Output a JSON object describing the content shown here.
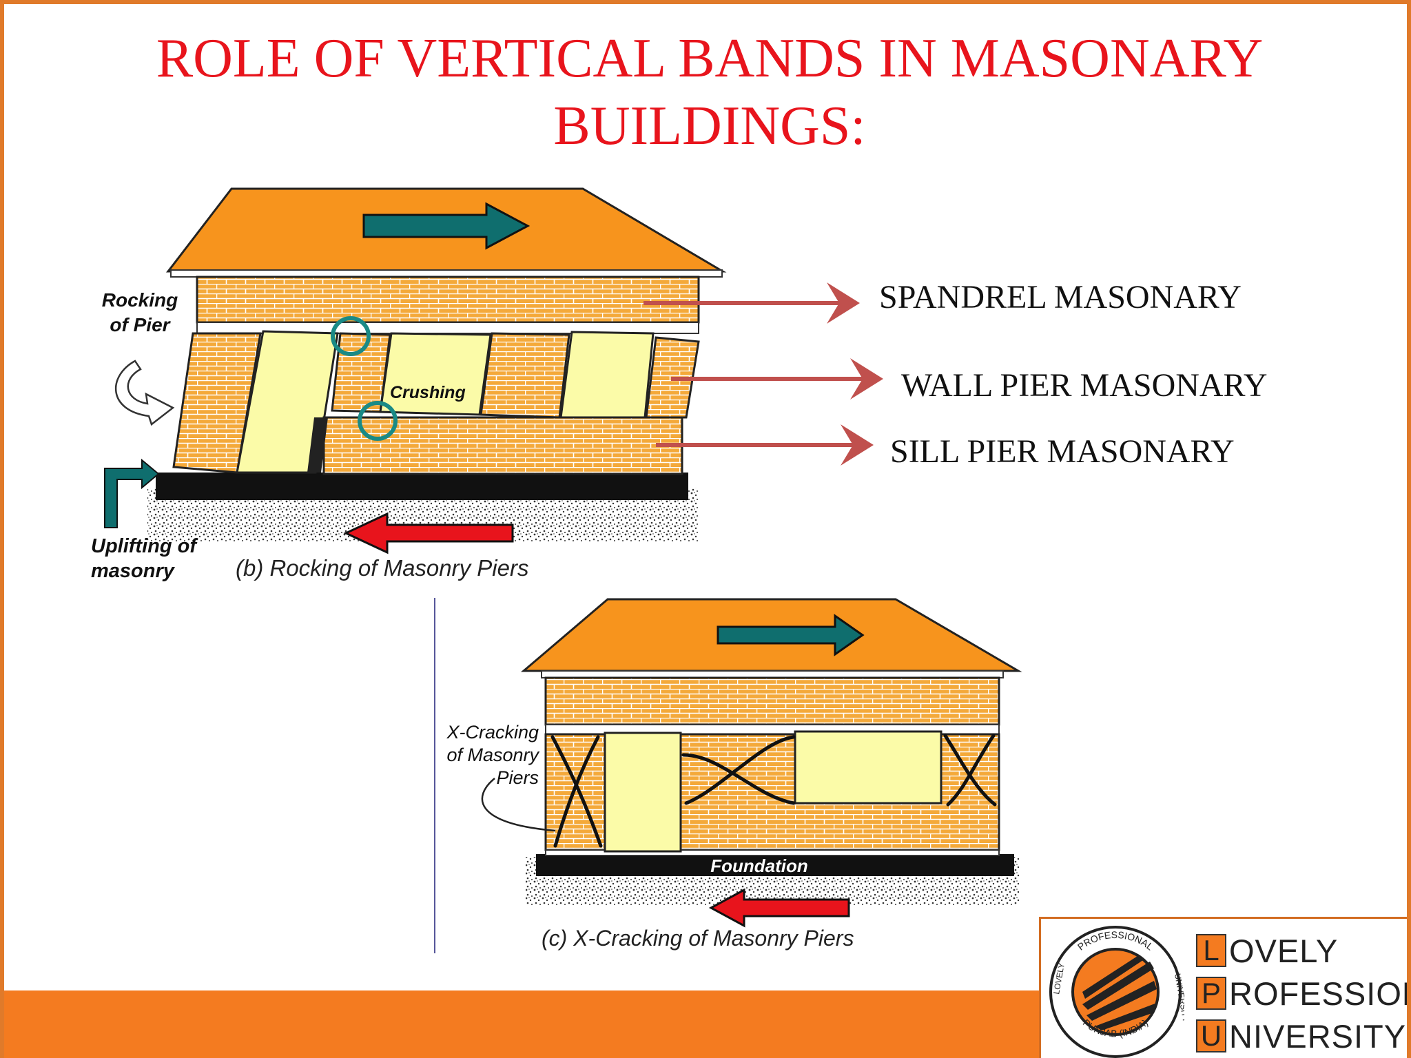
{
  "slide": {
    "title_line1": "ROLE OF VERTICAL BANDS IN MASONARY",
    "title_line2": "BUILDINGS:"
  },
  "figure_b": {
    "label_rocking": [
      "Rocking",
      "of Pier"
    ],
    "label_crushing": "Crushing",
    "label_uplifting": [
      "Uplifting of",
      "masonry"
    ],
    "caption": "(b) Rocking of Masonry Piers"
  },
  "figure_c": {
    "label_xcracking": [
      "X-Cracking",
      "of Masonry",
      "Piers"
    ],
    "label_foundation": "Foundation",
    "caption": "(c) X-Cracking of Masonry Piers"
  },
  "callouts": {
    "spandrel": "SPANDREL MASONARY",
    "wall_pier": "WALL PIER MASONARY",
    "sill_pier": "SILL PIER MASONARY"
  },
  "logo": {
    "seal_top": "PROFESSIONAL",
    "seal_left": "LOVELY",
    "seal_right": "UNIVERSITY",
    "seal_bottom": "PUNJAB (INDIA)",
    "rows": [
      {
        "letter": "L",
        "rest": "OVELY"
      },
      {
        "letter": "P",
        "rest": "ROFESSIONAL"
      },
      {
        "letter": "U",
        "rest": "NIVERSITY"
      }
    ]
  },
  "colors": {
    "title": "#e8141c",
    "roof": "#f7941d",
    "brick": "#f4a93a",
    "opening": "#fbfba8",
    "ground_arrow": "#e8141c",
    "motion_arrow": "#0f6e6e",
    "callout_arrow": "#c0504d",
    "accent_bar": "#f47b20"
  },
  "icons": {
    "curved_arrow": "curved-arrow-icon",
    "uplift_arrow": "bent-arrow-icon",
    "crush_marker": "circle-marker-icon"
  }
}
